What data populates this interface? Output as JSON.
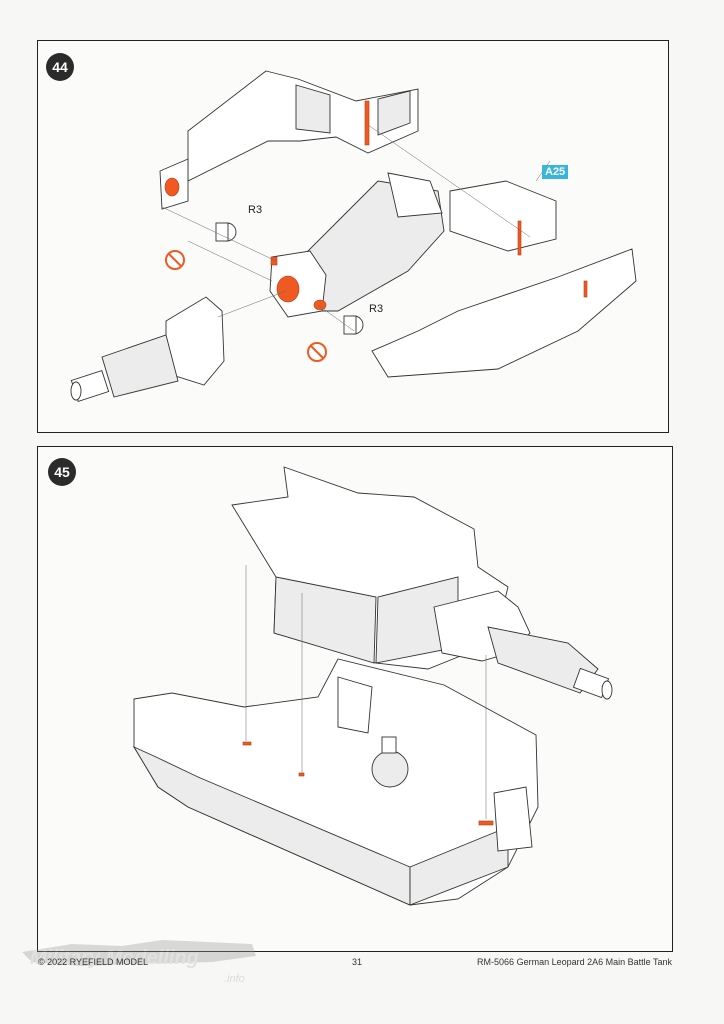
{
  "steps": [
    {
      "number": "44",
      "labels": {
        "r3_top": "R3",
        "r3_bottom": "R3",
        "part_tag": "A25"
      }
    },
    {
      "number": "45"
    }
  ],
  "footer": {
    "copyright": "© 2022 RYEFIELD MODEL",
    "page_number": "31",
    "product": "RM-5066 German Leopard 2A6 Main Battle Tank"
  },
  "watermark": {
    "line1": "Military Modelling",
    "line2": ".info"
  },
  "colors": {
    "highlight": "#f05a22",
    "tag_bg": "#38b5d8",
    "badge": "#2b2b2b"
  }
}
